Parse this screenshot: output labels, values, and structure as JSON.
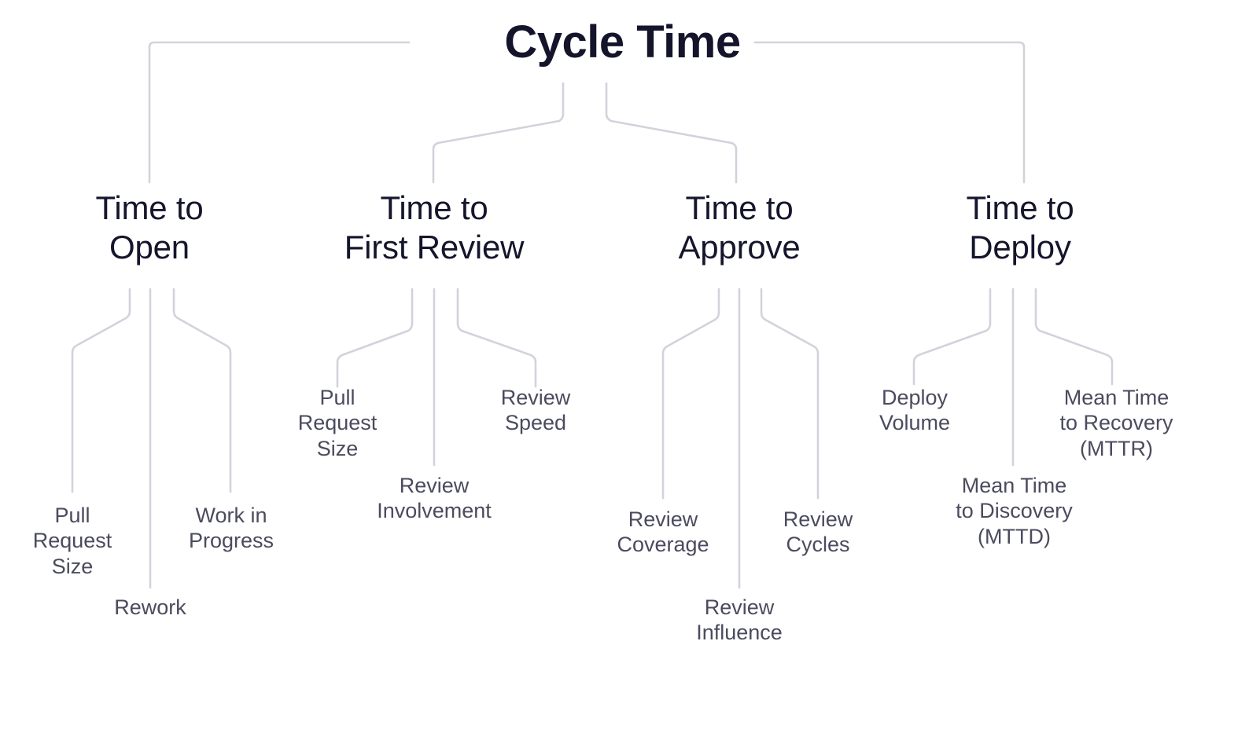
{
  "diagram": {
    "type": "tree",
    "title": "Cycle Time",
    "orientation": "top-down",
    "line_color": "#d3d2dc",
    "root_text_color": "#14152b",
    "group_text_color": "#15162c",
    "leaf_text_color": "#4b4b5f",
    "background_color": "#ffffff"
  },
  "root": {
    "label": "Cycle Time"
  },
  "groups": [
    {
      "id": "time-to-open",
      "label": "Time to\nOpen",
      "leaves": [
        {
          "id": "pull-request-size",
          "label": "Pull\nRequest\nSize"
        },
        {
          "id": "rework",
          "label": "Rework"
        },
        {
          "id": "work-in-progress",
          "label": "Work in\nProgress"
        }
      ]
    },
    {
      "id": "time-to-first-review",
      "label": "Time to\nFirst Review",
      "leaves": [
        {
          "id": "pull-request-size-2",
          "label": "Pull\nRequest\nSize"
        },
        {
          "id": "review-involvement",
          "label": "Review\nInvolvement"
        },
        {
          "id": "review-speed",
          "label": "Review\nSpeed"
        }
      ]
    },
    {
      "id": "time-to-approve",
      "label": "Time to\nApprove",
      "leaves": [
        {
          "id": "review-coverage",
          "label": "Review\nCoverage"
        },
        {
          "id": "review-influence",
          "label": "Review\nInfluence"
        },
        {
          "id": "review-cycles",
          "label": "Review\nCycles"
        }
      ]
    },
    {
      "id": "time-to-deploy",
      "label": "Time to\nDeploy",
      "leaves": [
        {
          "id": "deploy-volume",
          "label": "Deploy\nVolume"
        },
        {
          "id": "mean-time-to-discovery",
          "label": "Mean Time\nto Discovery\n(MTTD)"
        },
        {
          "id": "mean-time-to-recovery",
          "label": "Mean Time\nto Recovery\n(MTTR)"
        }
      ]
    }
  ]
}
